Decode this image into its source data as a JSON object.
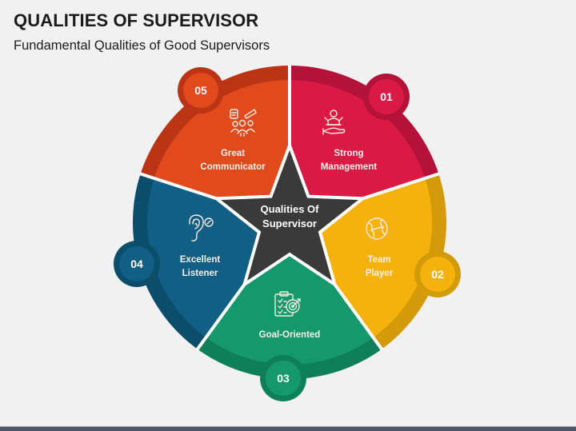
{
  "header": {
    "title": "QUALITIES OF SUPERVISOR",
    "subtitle": "Fundamental Qualities of Good Supervisors"
  },
  "center": {
    "line1": "Qualities Of",
    "line2": "Supervisor",
    "color": "#3a3a3a"
  },
  "segments": [
    {
      "number": "01",
      "line1": "Strong",
      "line2": "Management",
      "icon": "management-hands-icon",
      "color": "#d91a45",
      "rim": "#b5123a"
    },
    {
      "number": "02",
      "line1": "Team",
      "line2": "Player",
      "icon": "puzzle-globe-icon",
      "color": "#f5b20d",
      "rim": "#d39a0a"
    },
    {
      "number": "03",
      "line1": "Goal-Oriented",
      "line2": "",
      "icon": "clipboard-target-icon",
      "color": "#15996c",
      "rim": "#0f7f59"
    },
    {
      "number": "04",
      "line1": "Excellent",
      "line2": "Listener",
      "icon": "ear-icon",
      "color": "#115f84",
      "rim": "#0c4d6c"
    },
    {
      "number": "05",
      "line1": "Great",
      "line2": "Communicator",
      "icon": "communication-people-icon",
      "color": "#e04a1c",
      "rim": "#bb3514"
    }
  ]
}
